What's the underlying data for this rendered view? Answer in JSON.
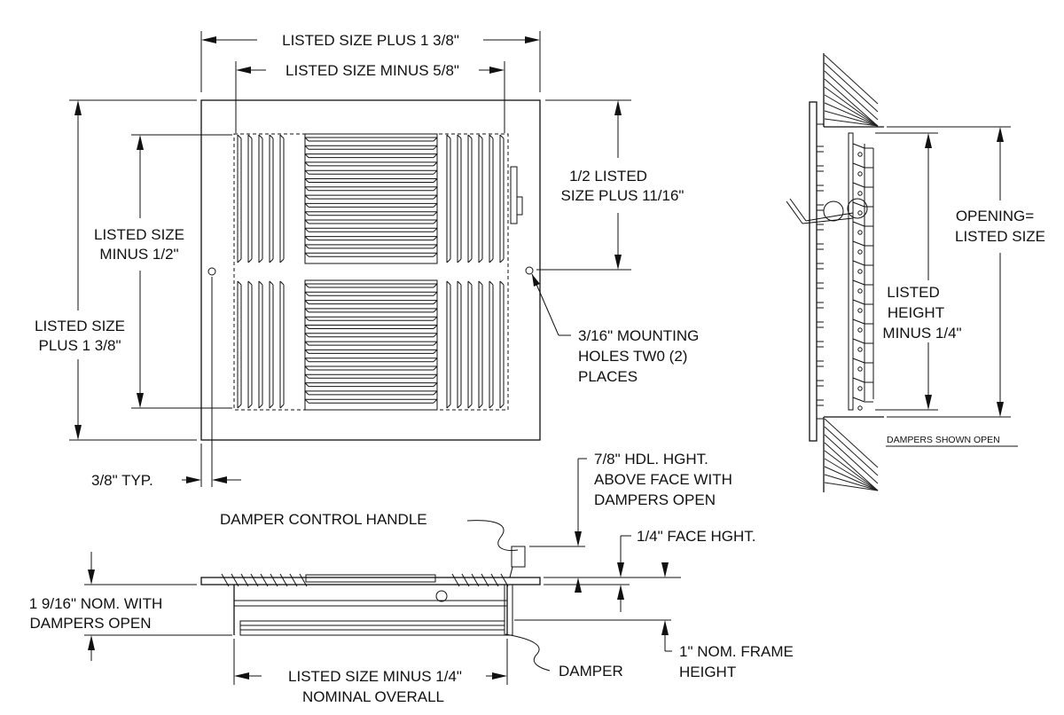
{
  "labels": {
    "width_plus": "LISTED SIZE PLUS 1 3/8\"",
    "width_minus": "LISTED SIZE MINUS 5/8\"",
    "half_line1": "1/2 LISTED",
    "half_line2": "SIZE PLUS 11/16\"",
    "height_minus_line1": "LISTED SIZE",
    "height_minus_line2": "MINUS 1/2\"",
    "height_plus_line1": "LISTED SIZE",
    "height_plus_line2": "PLUS 1 3/8\"",
    "holes_line1": "3/16\" MOUNTING",
    "holes_line2": "HOLES TW0 (2)",
    "holes_line3": "PLACES",
    "typ": "3/8\" TYP.",
    "opening_line1": "OPENING=",
    "opening_line2": "LISTED SIZE",
    "lheight_line1": "LISTED",
    "lheight_line2": "HEIGHT",
    "lheight_line3": "MINUS 1/4\"",
    "dampers_open": "DAMPERS SHOWN OPEN",
    "hdl_line1": "7/8\" HDL. HGHT.",
    "hdl_line2": "ABOVE FACE WITH",
    "hdl_line3": "DAMPERS OPEN",
    "control_handle": "DAMPER CONTROL HANDLE",
    "face_height": "1/4\" FACE HGHT.",
    "nom_line1": "1 9/16\" NOM. WITH",
    "nom_line2": "DAMPERS OPEN",
    "frame_line1": "1\" NOM. FRAME",
    "frame_line2": "HEIGHT",
    "damper": "DAMPER",
    "overall_line1": "LISTED SIZE MINUS 1/4\"",
    "overall_line2": "NOMINAL OVERALL"
  }
}
